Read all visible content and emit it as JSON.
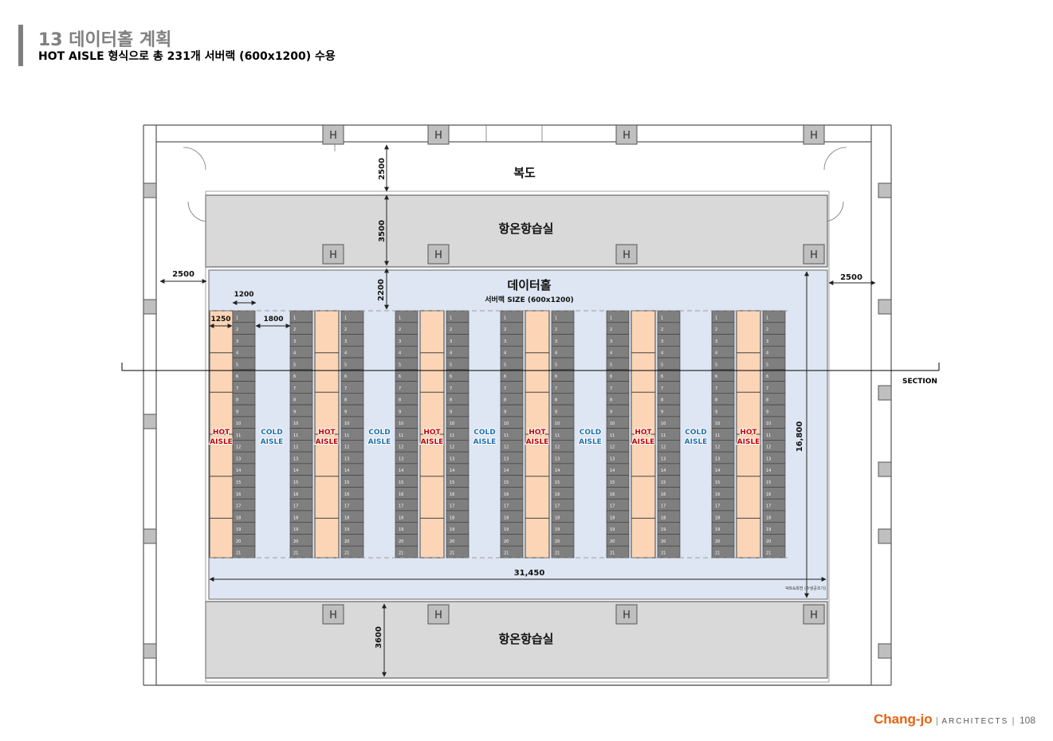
{
  "header": {
    "title": "13 데이터홀 계획",
    "subtitle": "HOT AISLE 형식으로 총 231개 서버랙 (600x1200) 수용"
  },
  "plan": {
    "rooms": {
      "corridor": "복도",
      "humidity_top": "항온항습실",
      "data_hall": "데이터홀",
      "rack_size": "서버랙 SIZE (600x1200)",
      "humidity_bottom": "항온항습실"
    },
    "dimensions": {
      "corridor_height": "2500",
      "humidity_top_height": "3500",
      "gap_height": "2200",
      "left_margin": "2500",
      "right_margin": "2500",
      "rack_depth": "1200",
      "hot_aisle_width": "1250",
      "cold_aisle_width": "1800",
      "hall_width": "31,450",
      "hall_height": "16,800",
      "humidity_bottom_height": "3600"
    },
    "section_label": "SECTION",
    "hvac_unit_label": "H",
    "hot_aisle_label": [
      "HOT",
      "AISLE"
    ],
    "cold_aisle_label": [
      "COLD",
      "AISLE"
    ],
    "rack_count_per_column": 21,
    "rack_numbers": [
      "1",
      "2",
      "3",
      "4",
      "5",
      "6",
      "7",
      "8",
      "9",
      "10",
      "11",
      "12",
      "13",
      "14",
      "15",
      "16",
      "17",
      "18",
      "19",
      "20",
      "21"
    ],
    "note": "덕트&회전 (수냉공조기)"
  },
  "colors": {
    "hall_fill": "#dde6f2",
    "room_fill": "#d9d9d9",
    "hot_aisle": "#fbd5b5",
    "rack": "#7f7f7f",
    "hot_text": "#c00000",
    "cold_text": "#1f6fb0",
    "brand": "#e8620f"
  },
  "footer": {
    "brand": "Chang-jo",
    "brand_sub": "ARCHITECTS",
    "page": "108"
  }
}
